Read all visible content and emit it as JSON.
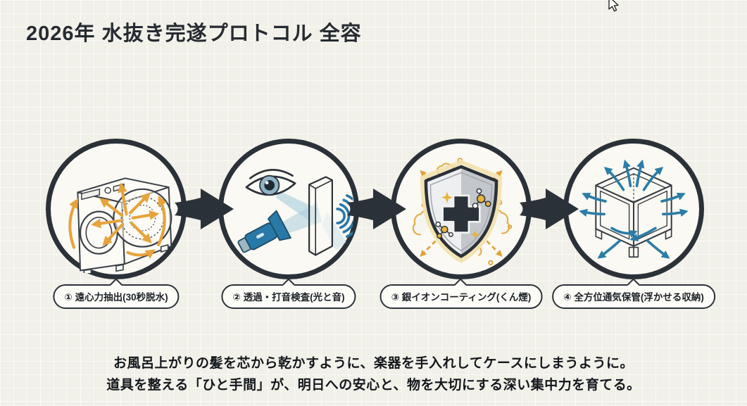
{
  "page": {
    "title": "2026年 水抜き完遂プロトコル 全容"
  },
  "steps": [
    {
      "label": "① 遠心力抽出(30秒脱水)",
      "icon": "washing-machine-spin-icon"
    },
    {
      "label": "② 透過・打音検査(光と音)",
      "icon": "light-sound-inspection-icon"
    },
    {
      "label": "③ 銀イオンコーティング(くん煙)",
      "icon": "silver-ion-shield-icon"
    },
    {
      "label": "④ 全方位通気保管(浮かせる収納)",
      "icon": "ventilated-cube-icon"
    }
  ],
  "footer": {
    "line1": "お風呂上がりの髪を芯から乾かすように、楽器を手入れしてケースにしまうように。",
    "line2": "道具を整える「ひと手間」が、明日への安心と、物を大切にする深い集中力を育てる。"
  },
  "colors": {
    "background": "#f1f0e9",
    "ink": "#2b3138",
    "accent_orange": "#e8a33c",
    "accent_blue": "#2878a8",
    "accent_yellow": "#e2a23a",
    "shield_silver": "#c3c6cb",
    "bubble_background": "#fdfdf8"
  }
}
